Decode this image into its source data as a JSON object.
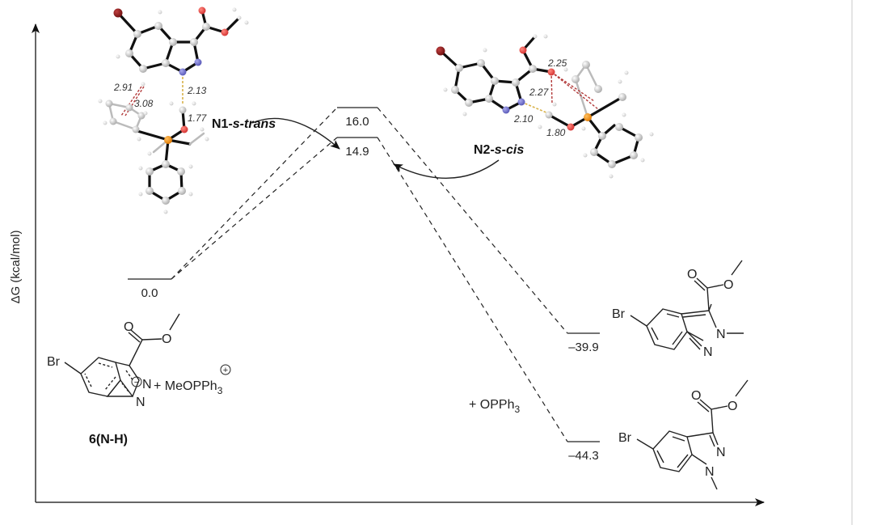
{
  "chart_data": {
    "type": "energy-profile",
    "ylabel": "ΔG (kcal/mol)",
    "xlabel": "",
    "unit": "kcal/mol",
    "levels": [
      {
        "id": "reactant",
        "value": 0.0,
        "label": "0.0",
        "state": "reactant"
      },
      {
        "id": "ts_n2",
        "value": 16.0,
        "label": "16.0",
        "state": "transition-state"
      },
      {
        "id": "ts_n1",
        "value": 14.9,
        "label": "14.9",
        "state": "transition-state"
      },
      {
        "id": "product_n2",
        "value": -39.9,
        "label": "–39.9",
        "state": "product"
      },
      {
        "id": "product_n1",
        "value": -44.3,
        "label": "–44.3",
        "state": "product"
      }
    ],
    "connections": [
      {
        "from": "reactant",
        "to": "ts_n2"
      },
      {
        "from": "reactant",
        "to": "ts_n1"
      },
      {
        "from": "ts_n2",
        "to": "product_n2"
      },
      {
        "from": "ts_n1",
        "to": "product_n1"
      }
    ],
    "annotations": [
      {
        "id": "n1-ts-structure",
        "text_main": "N1-",
        "text_italic": "s-trans",
        "points_to": "ts_n1",
        "distances": [
          "2.91",
          "3.08",
          "2.13",
          "1.77"
        ]
      },
      {
        "id": "n2-ts-structure",
        "text_main": "N2-",
        "text_italic": "s-cis",
        "points_to": "ts_n2",
        "distances": [
          "2.25",
          "2.27",
          "2.10",
          "1.80"
        ]
      }
    ]
  },
  "reactant": {
    "compound_id": "6(N-H)",
    "substituent": "Br",
    "ring_atoms": [
      "N",
      "N"
    ],
    "charge_symbol": "−",
    "coreactant_prefix": "+ MeOPPh",
    "coreactant_sub": "3",
    "coreactant_charge": "+"
  },
  "product_n2": {
    "substituent": "Br",
    "atoms": [
      "N",
      "N"
    ],
    "carbonyl_o": "O",
    "ester_o": "O"
  },
  "product_n1": {
    "substituent": "Br",
    "atoms": [
      "N",
      "N"
    ],
    "carbonyl_o": "O",
    "ester_o": "O"
  },
  "byproduct": {
    "prefix": "+ OPPh",
    "sub": "3"
  },
  "colors": {
    "line": "#222222",
    "oxygen": "#e53935",
    "nitrogen": "#6b6bc8",
    "bromine": "#8b1a1a",
    "phosphorus": "#f0900f",
    "carbon": "#d8d8d8",
    "hbond_yellow": "#d8b24a",
    "contact_red": "#b23a3a"
  }
}
